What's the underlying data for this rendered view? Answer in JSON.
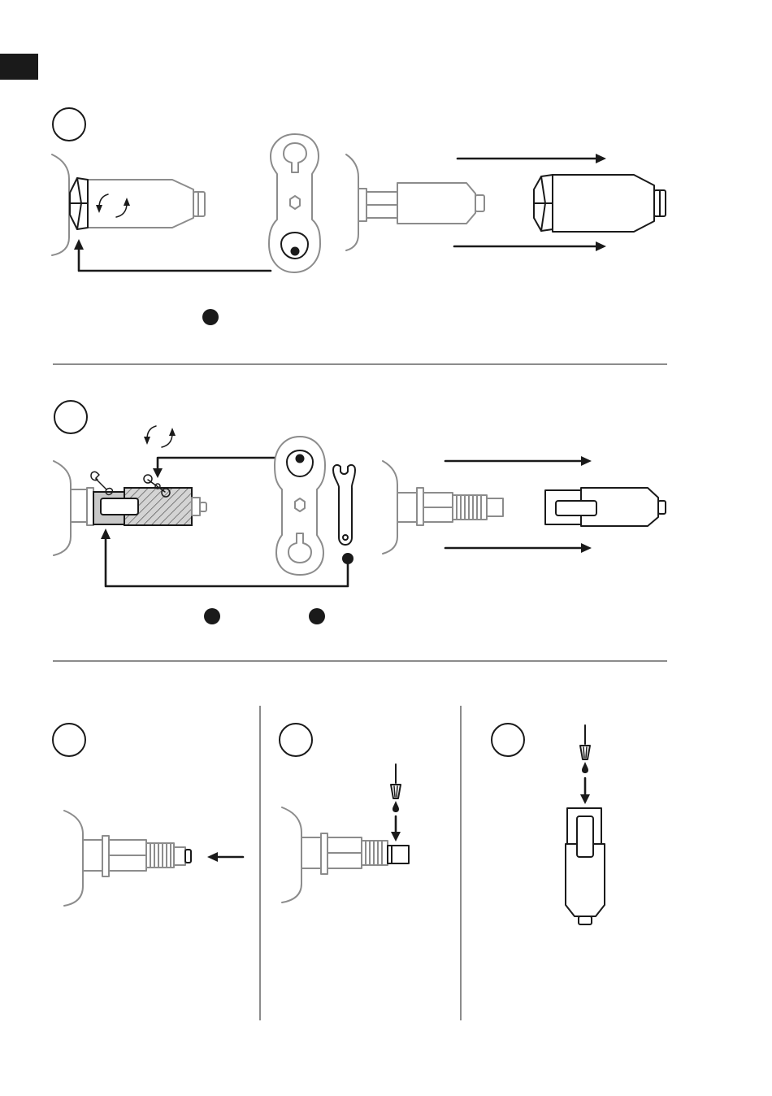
{
  "colors": {
    "ink": "#1a1a1a",
    "part_outline": "#8c8c8c",
    "hatch_fill": "#c8c8c8",
    "tab": "#1a1a1a",
    "background": "#ffffff"
  },
  "icons": [
    "language-tab",
    "step-circle",
    "spanner-tool",
    "open-end-wrench",
    "rotation-arrows-icon",
    "grease-brush-icon",
    "grease-drop-icon",
    "arrow-icon",
    "callout-dot"
  ],
  "sections": [
    {
      "id": "step-1",
      "callout_dots": 1
    },
    {
      "id": "step-2",
      "callout_dots": 2
    },
    {
      "id": "step-3a"
    },
    {
      "id": "step-3b"
    },
    {
      "id": "step-3c"
    }
  ]
}
